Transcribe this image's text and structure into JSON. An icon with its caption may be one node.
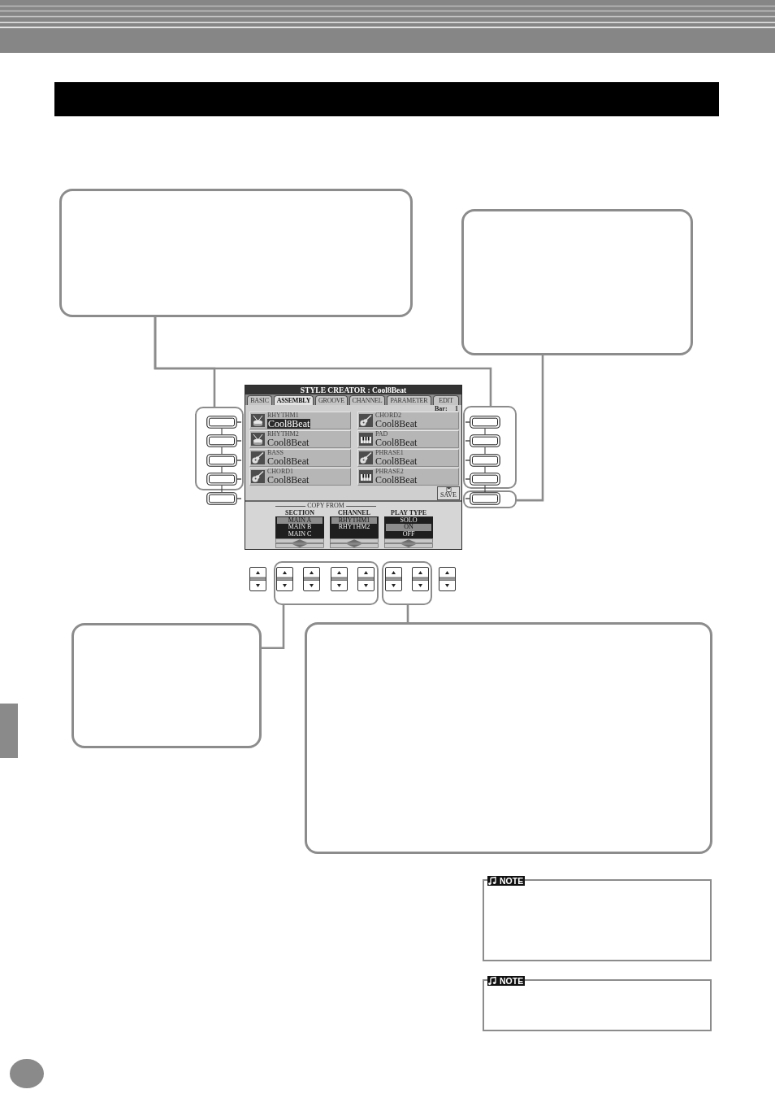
{
  "diagram": {
    "nodes": [
      {
        "text": [],
        "shape": "bar"
      },
      {
        "text": [],
        "shape": "box"
      },
      {
        "text": [],
        "shape": "box"
      },
      {
        "text": [],
        "shape": "box"
      },
      {
        "text": [],
        "shape": "box"
      },
      {
        "text": [],
        "shape": "box"
      },
      {
        "text": [],
        "shape": "box"
      },
      {
        "text": [],
        "shape": "box"
      },
      {
        "text": [],
        "shape": "box"
      },
      {
        "text": [],
        "shape": "box"
      },
      {
        "text": [
          "NOTE"
        ]
      },
      {
        "text": [
          "NOTE"
        ]
      }
    ],
    "edges": [
      {
        "from": 1,
        "to": 3,
        "arrow": "none"
      },
      {
        "from": 1,
        "to": 4,
        "arrow": "none"
      },
      {
        "from": 2,
        "to": 5,
        "arrow": "none"
      },
      {
        "from": 8,
        "to": 6,
        "arrow": "none"
      },
      {
        "from": 9,
        "to": 7,
        "arrow": "none"
      }
    ],
    "labels": [
      "STYLE CREATOR : Cool8Beat",
      "BASIC",
      "ASSEMBLY",
      "GROOVE",
      "CHANNEL",
      "PARAMETER",
      "EDIT",
      "Bar:",
      "1",
      "RHYTHM1",
      "Cool8Beat",
      "CHORD2",
      "Cool8Beat",
      "RHYTHM2",
      "Cool8Beat",
      "PAD",
      "Cool8Beat",
      "BASS",
      "Cool8Beat",
      "PHRASE1",
      "Cool8Beat",
      "CHORD1",
      "Cool8Beat",
      "PHRASE2",
      "Cool8Beat",
      "SAVE",
      "COPY FROM",
      "SECTION",
      "CHANNEL",
      "PLAY TYPE",
      "MAIN A",
      "MAIN B",
      "MAIN C",
      "RHYTHM1",
      "RHYTHM2",
      "SOLO",
      "ON",
      "OFF"
    ]
  }
}
